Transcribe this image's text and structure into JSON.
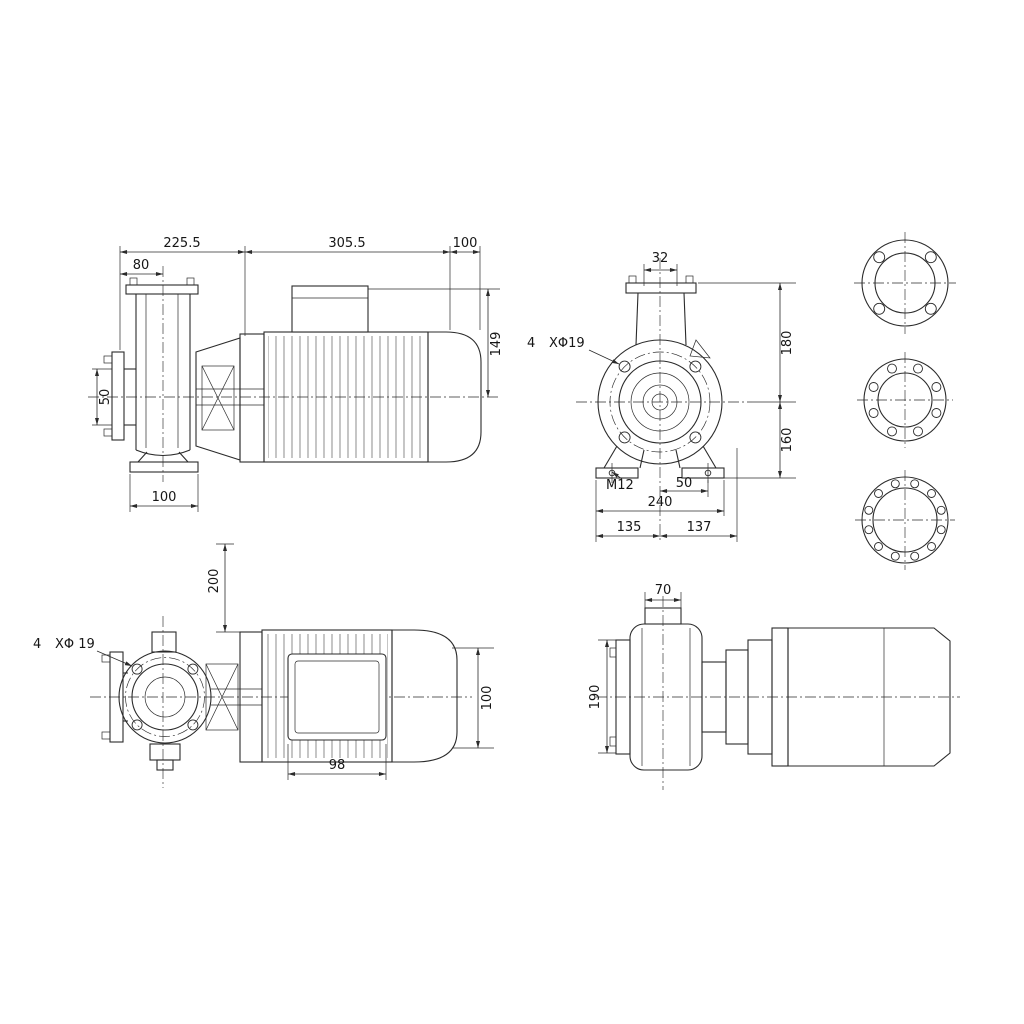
{
  "views": {
    "side": {
      "pump_length": "225.5",
      "motor_length": "305.5",
      "end_length": "100",
      "flange_to_center": "80",
      "suction_bore": "50",
      "center_to_top": "149",
      "foot_length": "100"
    },
    "front": {
      "port_bore": "32",
      "holes_count": "4",
      "holes_size": "XΦ19",
      "center_to_flange": "180",
      "center_to_base": "160",
      "foot_thread": "M12",
      "foot_hole_offset": "50",
      "base_width": "240",
      "base_left": "135",
      "base_right": "137"
    },
    "top": {
      "port_offset": "200",
      "holes_count": "4",
      "holes_size": "XΦ 19",
      "box_width": "98",
      "motor_width": "100"
    },
    "end": {
      "boss_width": "70",
      "casing_height": "190"
    }
  },
  "colors": {
    "line": "#2b2b2b",
    "background": "#ffffff"
  }
}
